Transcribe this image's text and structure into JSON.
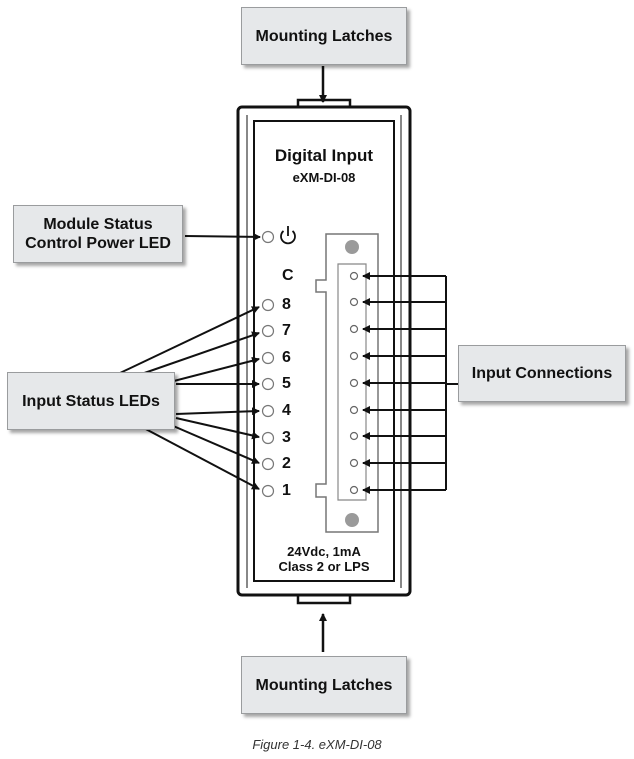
{
  "callouts": {
    "top_latches": "Mounting Latches",
    "bottom_latches": "Mounting Latches",
    "module_status_line1": "Module Status",
    "module_status_line2": "Control Power LED",
    "input_status_leds": "Input Status LEDs",
    "input_connections": "Input Connections"
  },
  "module": {
    "title": "Digital Input",
    "model": "eXM-DI-08",
    "common_label": "C",
    "power_icon": "power-icon",
    "led_labels": [
      "8",
      "7",
      "6",
      "5",
      "4",
      "3",
      "2",
      "1"
    ],
    "rating_line1": "24Vdc, 1mA",
    "rating_line2": "Class 2 or LPS"
  },
  "caption": "Figure 1-4. eXM-DI-08"
}
